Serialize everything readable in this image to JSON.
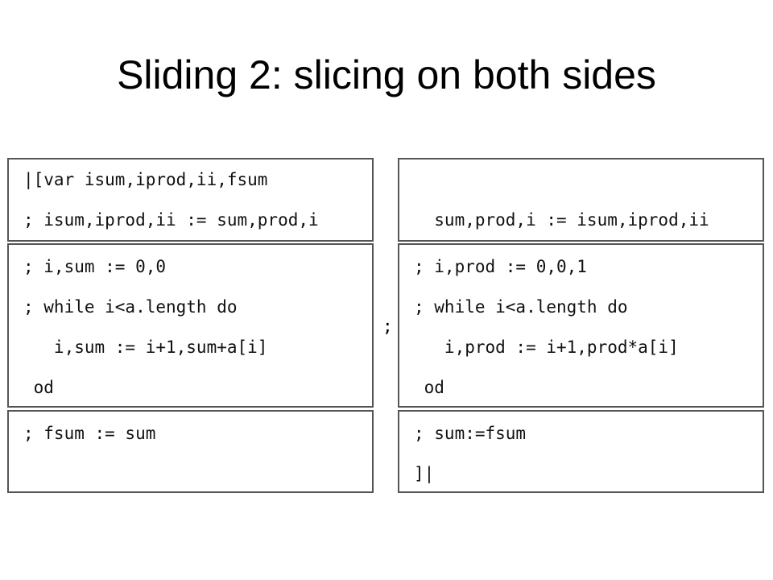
{
  "slide": {
    "title": "Sliding 2: slicing on both sides"
  },
  "left": {
    "box1": {
      "line1": "|[var isum,iprod,ii,fsum",
      "line2": "; isum,iprod,ii := sum,prod,i"
    },
    "box2": {
      "line1": "; i,sum := 0,0",
      "line2": "; while i<a.length do",
      "line3": "   i,sum := i+1,sum+a[i]",
      "line4": " od"
    },
    "box3": {
      "line1": "; fsum := sum"
    }
  },
  "separator": ";",
  "right": {
    "box1": {
      "line1": "  sum,prod,i := isum,iprod,ii"
    },
    "box2": {
      "line1": "; i,prod := 0,0,1",
      "line2": "; while i<a.length do",
      "line3": "   i,prod := i+1,prod*a[i]",
      "line4": " od"
    },
    "box3": {
      "line1": "; sum:=fsum",
      "line2": "]|"
    }
  }
}
